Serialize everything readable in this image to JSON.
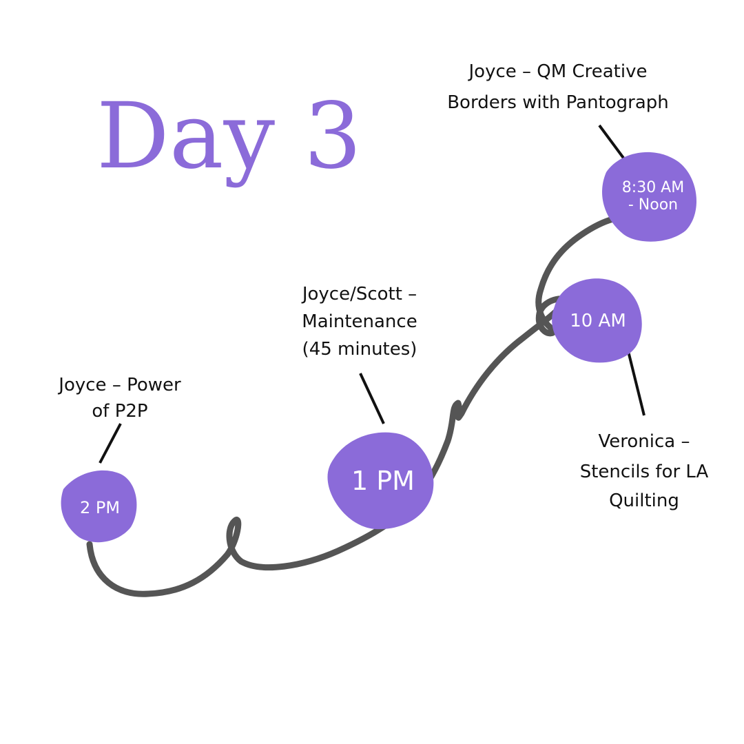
{
  "title": "Day 3",
  "colors": {
    "accent": "#8b6bd9",
    "path": "#555555",
    "text": "#111111"
  },
  "events": [
    {
      "time_line1": "8:30 AM",
      "time_line2": "- Noon",
      "label_line1": "Joyce – QM Creative",
      "label_line2": "Borders with Pantograph"
    },
    {
      "time": "10 AM",
      "label_line1": "Veronica –",
      "label_line2": "Stencils for LA",
      "label_line3": "Quilting"
    },
    {
      "time": "1 PM",
      "label_line1": "Joyce/Scott –",
      "label_line2": "Maintenance",
      "label_line3": "(45 minutes)"
    },
    {
      "time": "2 PM",
      "label_line1": "Joyce – Power",
      "label_line2": "of P2P"
    }
  ]
}
